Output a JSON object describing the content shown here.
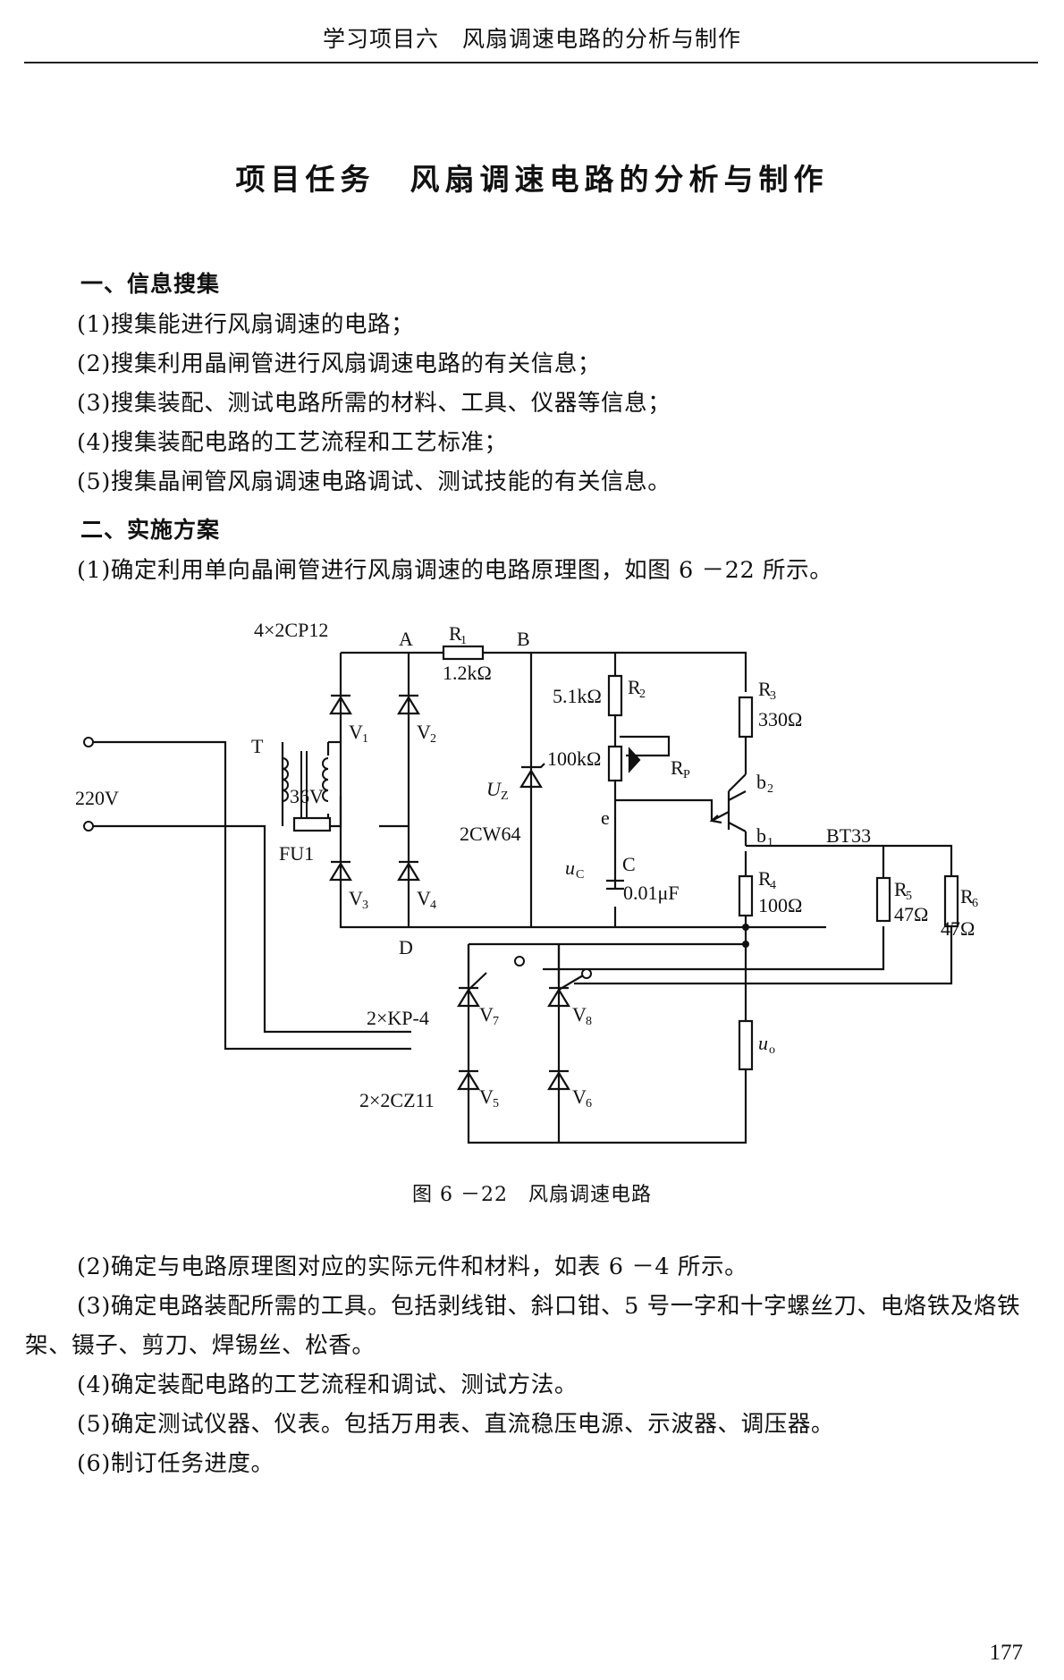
{
  "header": {
    "running_title": "学习项目六　风扇调速电路的分析与制作"
  },
  "title": "项目任务　风扇调速电路的分析与制作",
  "sections": {
    "info": {
      "heading": "一、信息搜集",
      "items": [
        "(1)搜集能进行风扇调速的电路；",
        "(2)搜集利用晶闸管进行风扇调速电路的有关信息；",
        "(3)搜集装配、测试电路所需的材料、工具、仪器等信息；",
        "(4)搜集装配电路的工艺流程和工艺标准；",
        "(5)搜集晶闸管风扇调速电路调试、测试技能的有关信息。"
      ]
    },
    "plan": {
      "heading": "二、实施方案",
      "item1": "(1)确定利用单向晶闸管进行风扇调速的电路原理图，如图 6 －22 所示。",
      "items_after": [
        "(2)确定与电路原理图对应的实际元件和材料，如表 6 －4 所示。",
        "(3)确定电路装配所需的工具。包括剥线钳、斜口钳、5 号一字和十字螺丝刀、电烙铁及烙铁架、镊子、剪刀、焊锡丝、松香。",
        "(4)确定装配电路的工艺流程和调试、测试方法。",
        "(5)确定测试仪器、仪表。包括万用表、直流稳压电源、示波器、调压器。",
        "(6)制订任务进度。"
      ]
    }
  },
  "figure": {
    "caption": "图 6 －22　风扇调速电路",
    "labels": {
      "bridge": "4×2CP12",
      "node_a": "A",
      "node_b": "B",
      "node_d": "D",
      "node_e": "e",
      "r1": "R",
      "r1_sub": "1",
      "r1_val": "1.2kΩ",
      "r2": "R",
      "r2_sub": "2",
      "r2_val": "5.1kΩ",
      "r3": "R",
      "r3_sub": "3",
      "r3_val": "330Ω",
      "rp": "R",
      "rp_sub": "P",
      "rp_val": "100kΩ",
      "r4": "R",
      "r4_sub": "4",
      "r4_val": "100Ω",
      "r5": "R",
      "r5_sub": "5",
      "r5_val": "47Ω",
      "r6": "R",
      "r6_sub": "6",
      "r6_val": "47Ω",
      "transformer": "T",
      "secondary": "36V",
      "supply": "220V",
      "fuse": "FU1",
      "v1": "V",
      "v1_sub": "1",
      "v2": "V",
      "v2_sub": "2",
      "v3": "V",
      "v3_sub": "3",
      "v4": "V",
      "v4_sub": "4",
      "v5": "V",
      "v5_sub": "5",
      "v6": "V",
      "v6_sub": "6",
      "v7": "V",
      "v7_sub": "7",
      "v8": "V",
      "v8_sub": "8",
      "zener": "U",
      "zener_sub": "Z",
      "zener_part": "2CW64",
      "cap": "C",
      "cap_val": "0.01μF",
      "uc": "u",
      "uc_sub": "C",
      "b2": "b",
      "b2_sub": "2",
      "b1": "b",
      "b1_sub": "1",
      "ujt": "BT33",
      "scr": "2×KP-4",
      "rect": "2×2CZ11",
      "uo": "u",
      "uo_sub": "o"
    }
  },
  "page_number": "177"
}
